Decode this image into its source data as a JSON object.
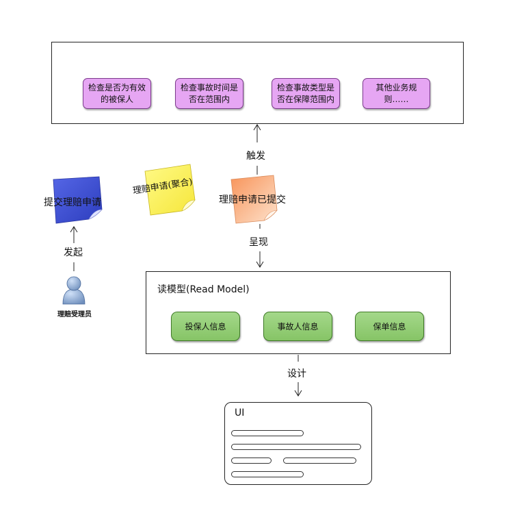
{
  "domain_rules": {
    "items": [
      {
        "label": "检查是否为有效的被保人"
      },
      {
        "label": "检查事故时间是否在范围内"
      },
      {
        "label": "检查事故类型是否在保障范围内"
      },
      {
        "label": "其他业务规则……"
      }
    ]
  },
  "flow": {
    "trigger": "触发",
    "present": "呈现",
    "initiate": "发起",
    "design": "设计"
  },
  "sticky_notes": {
    "command": "提交理赔申请",
    "aggregate": "理赔申请(聚合)",
    "event": "理赔申请已提交"
  },
  "actor": {
    "label": "理赔受理员"
  },
  "read_model": {
    "title": "读模型(Read Model)",
    "items": [
      {
        "label": "投保人信息"
      },
      {
        "label": "事故人信息"
      },
      {
        "label": "保单信息"
      }
    ]
  },
  "ui": {
    "title": "UI"
  },
  "colors": {
    "rule_pill": "#e6a6f3",
    "read_model_pill": "#92cd72",
    "command_note": "#3d52d6",
    "aggregate_note": "#fff45a",
    "event_note": "#f8a46b"
  }
}
